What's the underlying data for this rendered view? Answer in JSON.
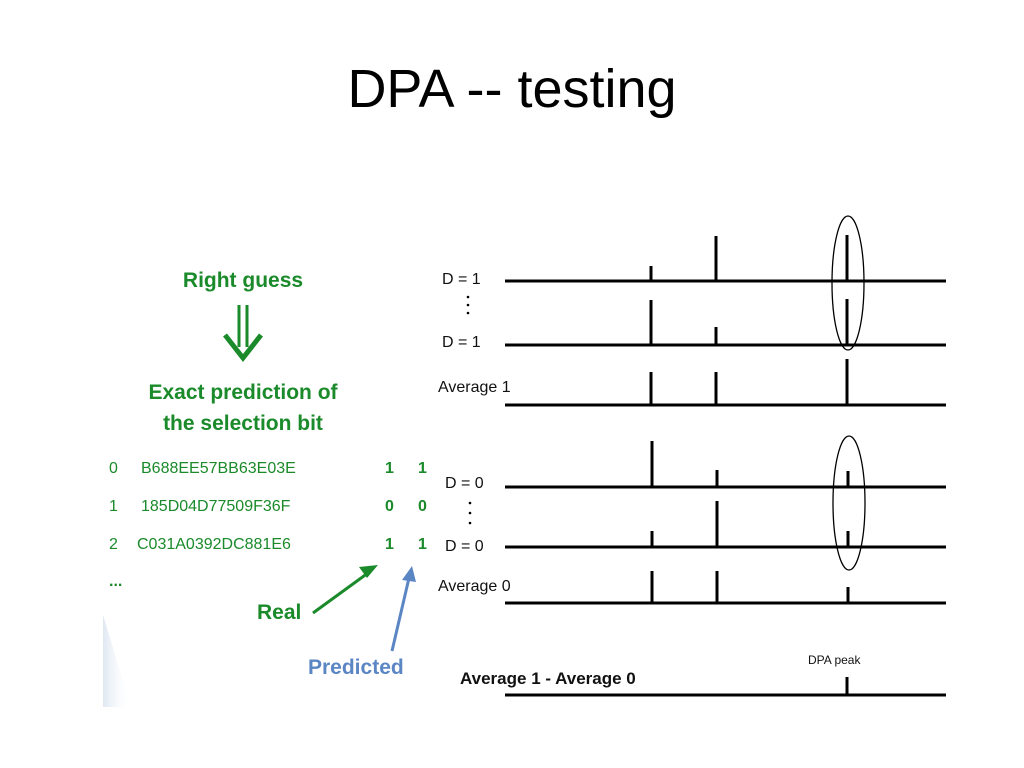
{
  "slide": {
    "title": "DPA -- testing"
  },
  "left_panel": {
    "heading": "Right guess",
    "subheading_line1": "Exact prediction of",
    "subheading_line2": "the selection bit",
    "rows": [
      {
        "index": "0",
        "value": "B688EE57BB63E03E",
        "real": "1",
        "predicted": "1"
      },
      {
        "index": "1",
        "value": "185D04D77509F36F",
        "real": "0",
        "predicted": "0"
      },
      {
        "index": "2",
        "value": "C031A0392DC881E6",
        "real": "1",
        "predicted": "1"
      }
    ],
    "ellipsis": "...",
    "real_label": "Real",
    "predicted_label": "Predicted",
    "colors": {
      "green": "#1a8a2a",
      "blue": "#5b86c4"
    }
  },
  "traces": {
    "d1_top_label": "D = 1",
    "d1_bottom_label": "D = 1",
    "average1_label": "Average 1",
    "d0_top_label": "D = 0",
    "d0_bottom_label": "D = 0",
    "average0_label": "Average 0",
    "difference_label": "Average 1 - Average 0",
    "peak_label": "DPA peak"
  }
}
